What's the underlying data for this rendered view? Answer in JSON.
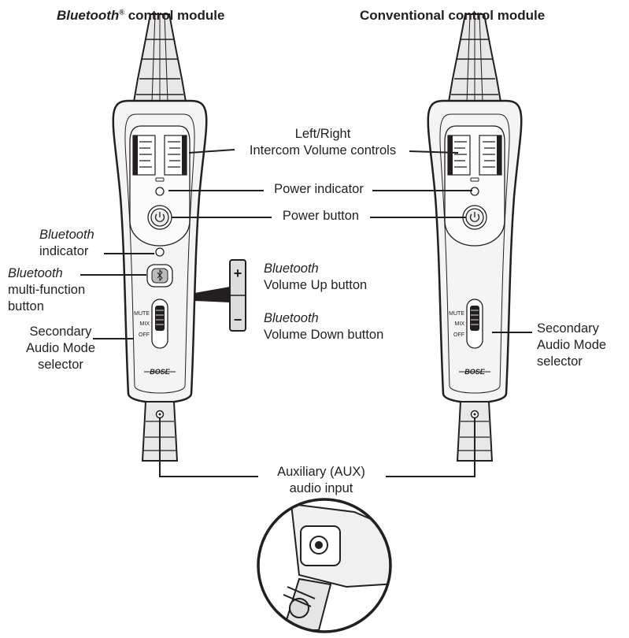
{
  "titles": {
    "bluetooth_module": {
      "italic": "Bluetooth",
      "reg": "®",
      "rest": " control module"
    },
    "conventional_module": "Conventional control module"
  },
  "callouts": {
    "intercom_volume": [
      "Left/Right",
      "Intercom Volume controls"
    ],
    "power_indicator": "Power indicator",
    "power_button": "Power button",
    "bt_indicator": [
      "Bluetooth",
      "indicator"
    ],
    "bt_multifunction": [
      "Bluetooth",
      "multi-function",
      "button"
    ],
    "secondary_left": [
      "Secondary",
      "Audio Mode",
      "selector"
    ],
    "secondary_right": [
      "Secondary",
      "Audio Mode",
      "selector"
    ],
    "bt_vol_up": [
      "Bluetooth",
      "Volume Up button"
    ],
    "bt_vol_down": [
      "Bluetooth",
      "Volume Down button"
    ],
    "aux": [
      "Auxiliary (AUX)",
      "audio input"
    ]
  },
  "selector_positions": [
    "MUTE",
    "MIX",
    "OFF"
  ],
  "brand": "BOSE",
  "volume_symbols": {
    "up": "+",
    "down": "−"
  }
}
